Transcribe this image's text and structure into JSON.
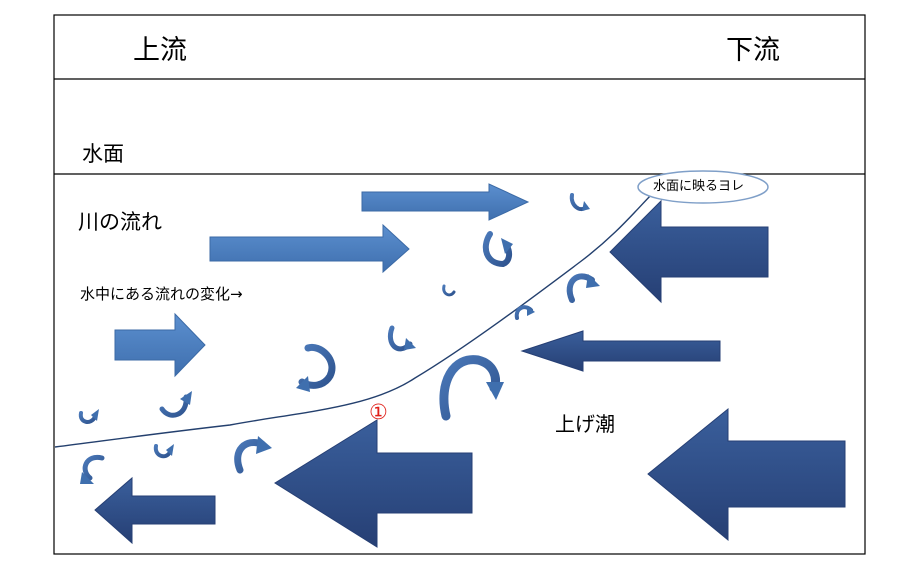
{
  "header": {
    "upstream": "上流",
    "downstream": "下流"
  },
  "labels": {
    "water_surface": "水面",
    "river_flow": "川の流れ",
    "underwater_change": "水中にある流れの変化→",
    "surface_ripple": "水面に映るヨレ",
    "rising_tide": "上げ潮",
    "marker": "①"
  },
  "colors": {
    "light_arrow": "#4f81bd",
    "dark_arrow": "#2f4f8a",
    "marker": "#e0201a"
  },
  "icons": [
    "right-arrow-icon",
    "left-arrow-icon",
    "swirl-icon"
  ]
}
